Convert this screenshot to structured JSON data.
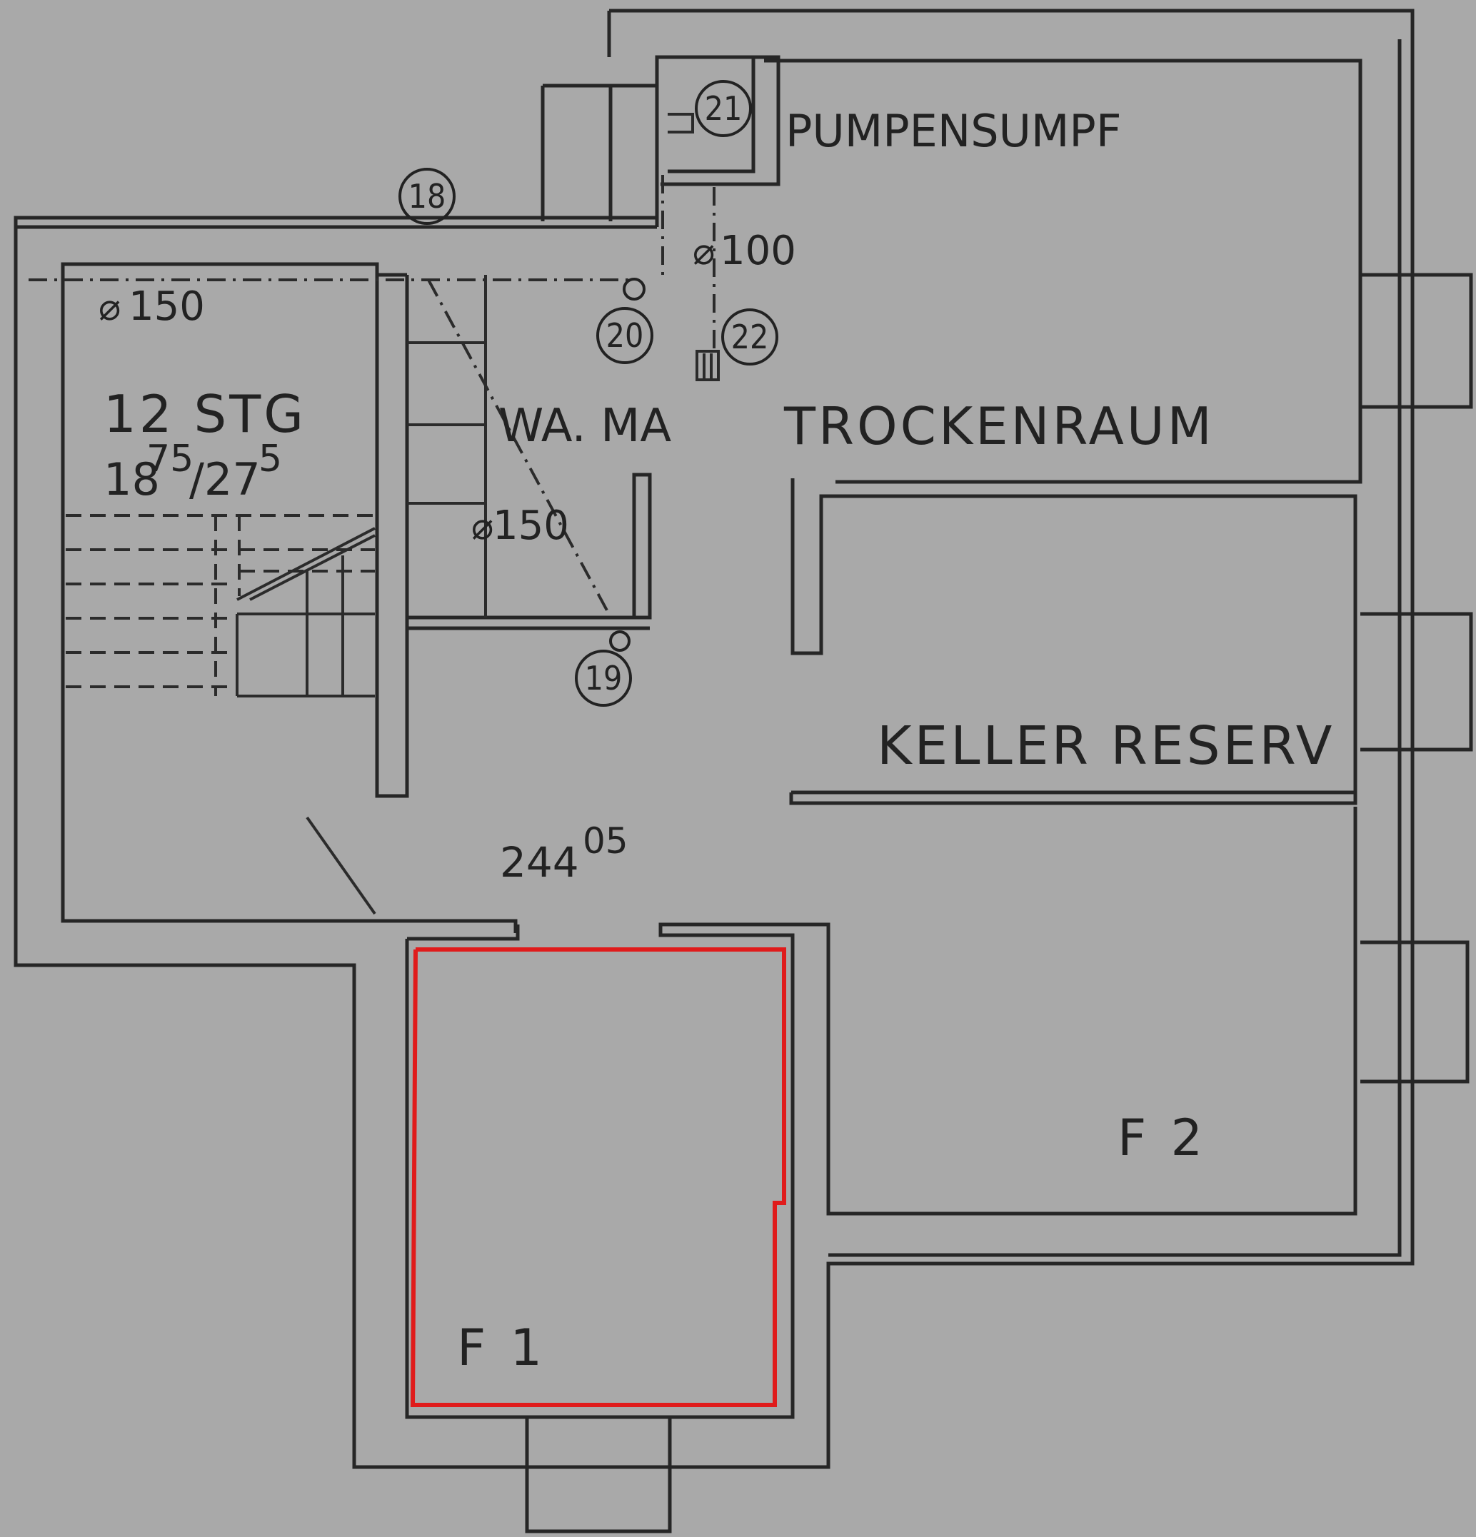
{
  "rooms": {
    "pumpensumpf": "PUMPENSUMPF",
    "trockenraum": "TROCKENRAUM",
    "keller_reserv": "KELLER RESERV",
    "wama": "WA. MA",
    "f1": "F 1",
    "f2": "F 2"
  },
  "stair": {
    "count": "12 STG",
    "dims_main1": "18",
    "dims_sup1": "75",
    "dims_main2": "/27",
    "dims_sup2": "5"
  },
  "level": {
    "main": "244",
    "sup": "05"
  },
  "pipes": {
    "d150_a": "150",
    "d150_b": "150",
    "d100": "100"
  },
  "markers": [
    "18",
    "19",
    "20",
    "21",
    "22"
  ],
  "colors": {
    "highlight": "#e01b1b",
    "paper": "#a9a9a9",
    "ink": "#262626"
  }
}
